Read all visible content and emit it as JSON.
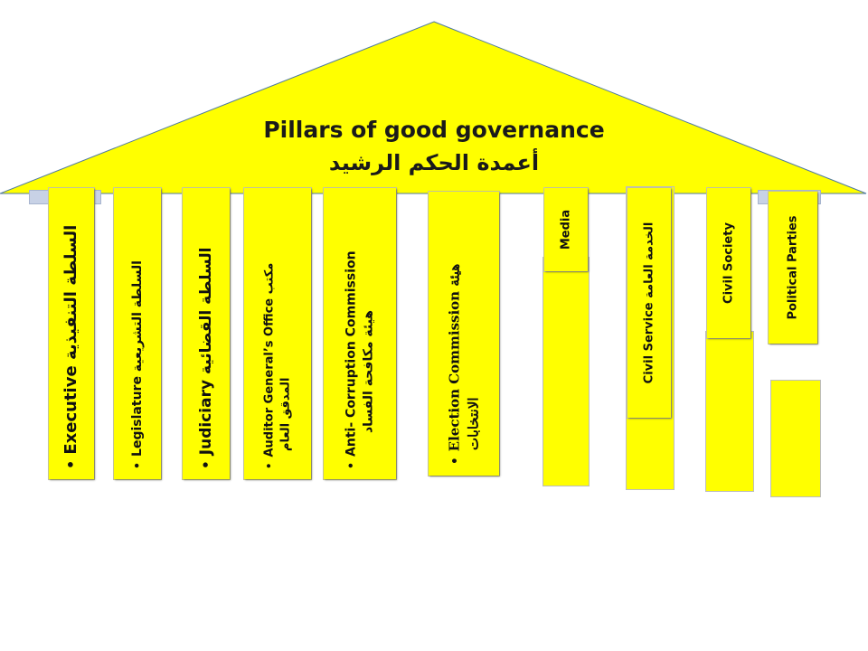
{
  "diagram": {
    "title": "Pillars of good governance",
    "subtitle": "أعمدة الحكم الرشيد",
    "colors": {
      "roof": "#ffff00",
      "pillar": "#ffff00",
      "text": "#111111",
      "cap": "#c8d2e6"
    },
    "pillars": [
      {
        "name": "Executive",
        "arabic": "السلطة التنفيذية"
      },
      {
        "name": "Legislature",
        "arabic": "السلطة التشريعية"
      },
      {
        "name": "Judiciary",
        "arabic": "السلطة القضائية"
      },
      {
        "name": "Auditor General’s Office",
        "arabic_a": "مكتب",
        "arabic_b": "المدقق العام"
      },
      {
        "name": "Anti- Corruption Commission",
        "arabic": "هيئة مكافحة الفساد"
      },
      {
        "name": "Election Commission",
        "arabic_a": "هيئة",
        "arabic_b": "الانتخابات"
      },
      {
        "name": "Media"
      },
      {
        "name": "Civil Service",
        "arabic": "الخدمة العامة"
      },
      {
        "name": "Civil Society"
      },
      {
        "name": "Political Parties"
      }
    ]
  }
}
